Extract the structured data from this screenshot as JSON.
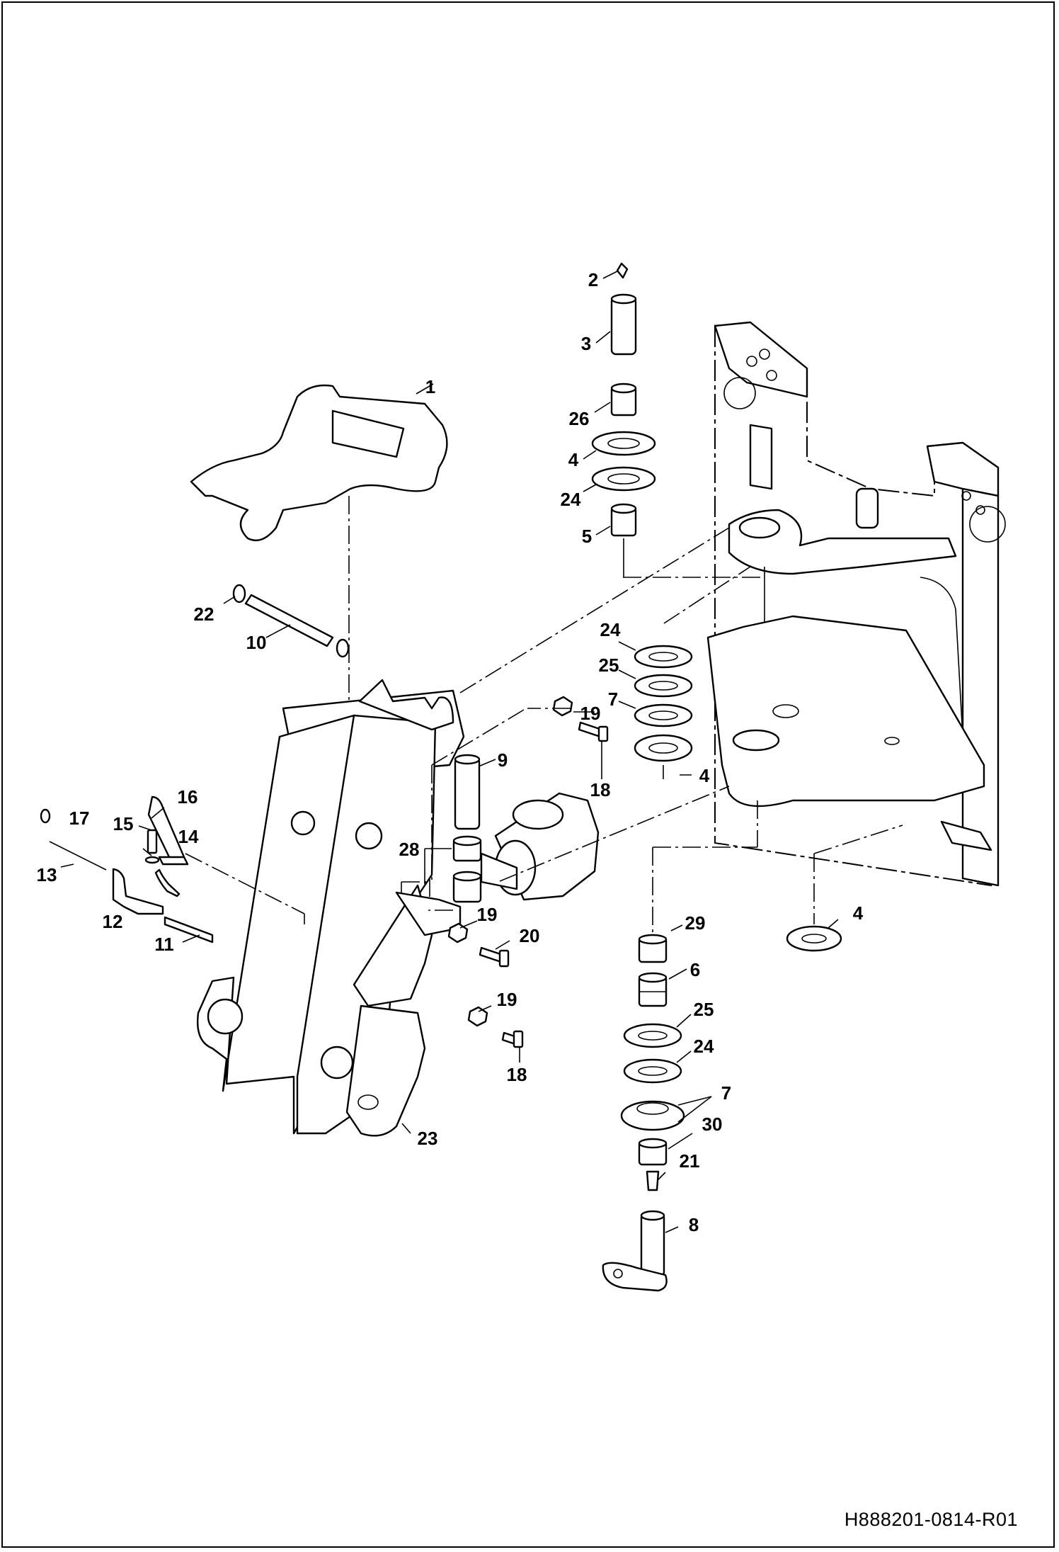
{
  "document_number": "H888201-0814-R01",
  "callouts": [
    {
      "id": "c1",
      "text": "1"
    },
    {
      "id": "c2",
      "text": "2"
    },
    {
      "id": "c3",
      "text": "3"
    },
    {
      "id": "c26",
      "text": "26"
    },
    {
      "id": "c4a",
      "text": "4"
    },
    {
      "id": "c24a",
      "text": "24"
    },
    {
      "id": "c5",
      "text": "5"
    },
    {
      "id": "c22",
      "text": "22"
    },
    {
      "id": "c10",
      "text": "10"
    },
    {
      "id": "c24b",
      "text": "24"
    },
    {
      "id": "c25a",
      "text": "25"
    },
    {
      "id": "c7a",
      "text": "7"
    },
    {
      "id": "c19a",
      "text": "19"
    },
    {
      "id": "c4b",
      "text": "4"
    },
    {
      "id": "c9",
      "text": "9"
    },
    {
      "id": "c18a",
      "text": "18"
    },
    {
      "id": "c16",
      "text": "16"
    },
    {
      "id": "c17",
      "text": "17"
    },
    {
      "id": "c15",
      "text": "15"
    },
    {
      "id": "c14",
      "text": "14"
    },
    {
      "id": "c13",
      "text": "13"
    },
    {
      "id": "c12",
      "text": "12"
    },
    {
      "id": "c11",
      "text": "11"
    },
    {
      "id": "c28",
      "text": "28"
    },
    {
      "id": "c19b",
      "text": "19"
    },
    {
      "id": "c20",
      "text": "20"
    },
    {
      "id": "c4c",
      "text": "4"
    },
    {
      "id": "c29",
      "text": "29"
    },
    {
      "id": "c6",
      "text": "6"
    },
    {
      "id": "c19c",
      "text": "19"
    },
    {
      "id": "c25b",
      "text": "25"
    },
    {
      "id": "c18b",
      "text": "18"
    },
    {
      "id": "c24c",
      "text": "24"
    },
    {
      "id": "c7b",
      "text": "7"
    },
    {
      "id": "c30",
      "text": "30"
    },
    {
      "id": "c23",
      "text": "23"
    },
    {
      "id": "c21",
      "text": "21"
    },
    {
      "id": "c8",
      "text": "8"
    }
  ]
}
